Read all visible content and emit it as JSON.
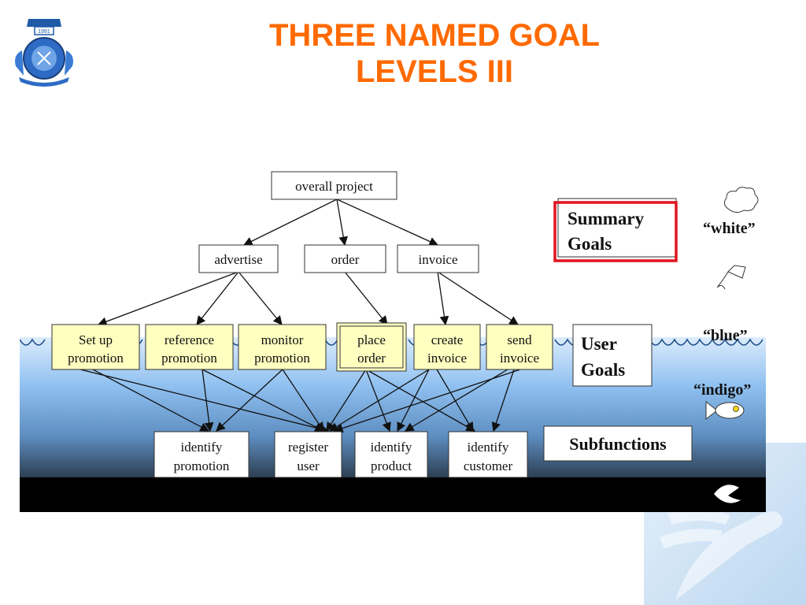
{
  "slide": {
    "title_line1": "THREE NAMED GOAL",
    "title_line2": "LEVELS III"
  },
  "colors": {
    "title": "#ff6a00",
    "user_goal_fill": "#ffffc0",
    "summary_box_border": "#e0141e",
    "sky_top": "#c8e2fb",
    "sea_mid": "#86b9ee",
    "sea_deep": "#2d3f52",
    "seabed": "#000000"
  },
  "icons": {
    "logo": "institution-crest-icon",
    "cloud": "cloud-icon",
    "kite": "kite-icon",
    "fish": "fish-icon",
    "clam": "clam-icon",
    "hand": "hand-decoration"
  },
  "levels": {
    "summary_line1": "Summary",
    "summary_line2": "Goals",
    "summary_color": "“white”",
    "user_line1": "User",
    "user_line2": "Goals",
    "user_color": "“blue”",
    "indigo_color": "“indigo”",
    "subfunctions": "Subfunctions"
  },
  "nodes": {
    "overall_project": "overall project",
    "advertise": "advertise",
    "order": "order",
    "invoice": "invoice",
    "setup_promotion": [
      "Set up",
      "promotion"
    ],
    "reference_promotion": [
      "reference",
      "promotion"
    ],
    "monitor_promotion": [
      "monitor",
      "promotion"
    ],
    "place_order": [
      "place",
      "order"
    ],
    "create_invoice": [
      "create",
      "invoice"
    ],
    "send_invoice": [
      "send",
      "invoice"
    ],
    "identify_promotion": [
      "identify",
      "promotion"
    ],
    "register_user": [
      "register",
      "user"
    ],
    "identify_product": [
      "identify",
      "product"
    ],
    "identify_customer": [
      "identify",
      "customer"
    ]
  }
}
